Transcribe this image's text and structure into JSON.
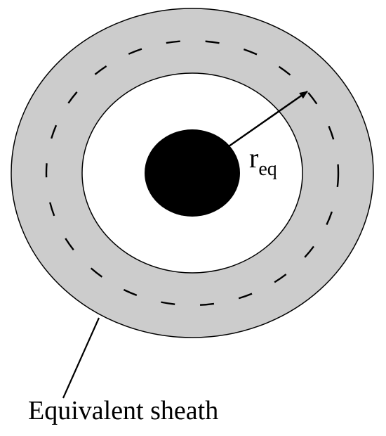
{
  "labels": {
    "radius_main": "r",
    "radius_subscript": "eq",
    "sheath": "Equivalent sheath"
  },
  "colors": {
    "sheath_fill": "#cccccc",
    "inner_fill": "#ffffff",
    "conductor_fill": "#000000",
    "stroke": "#000000",
    "background": "#ffffff"
  },
  "icons": {
    "radius_arrow": "arrow-icon",
    "leader": "leader-line"
  }
}
